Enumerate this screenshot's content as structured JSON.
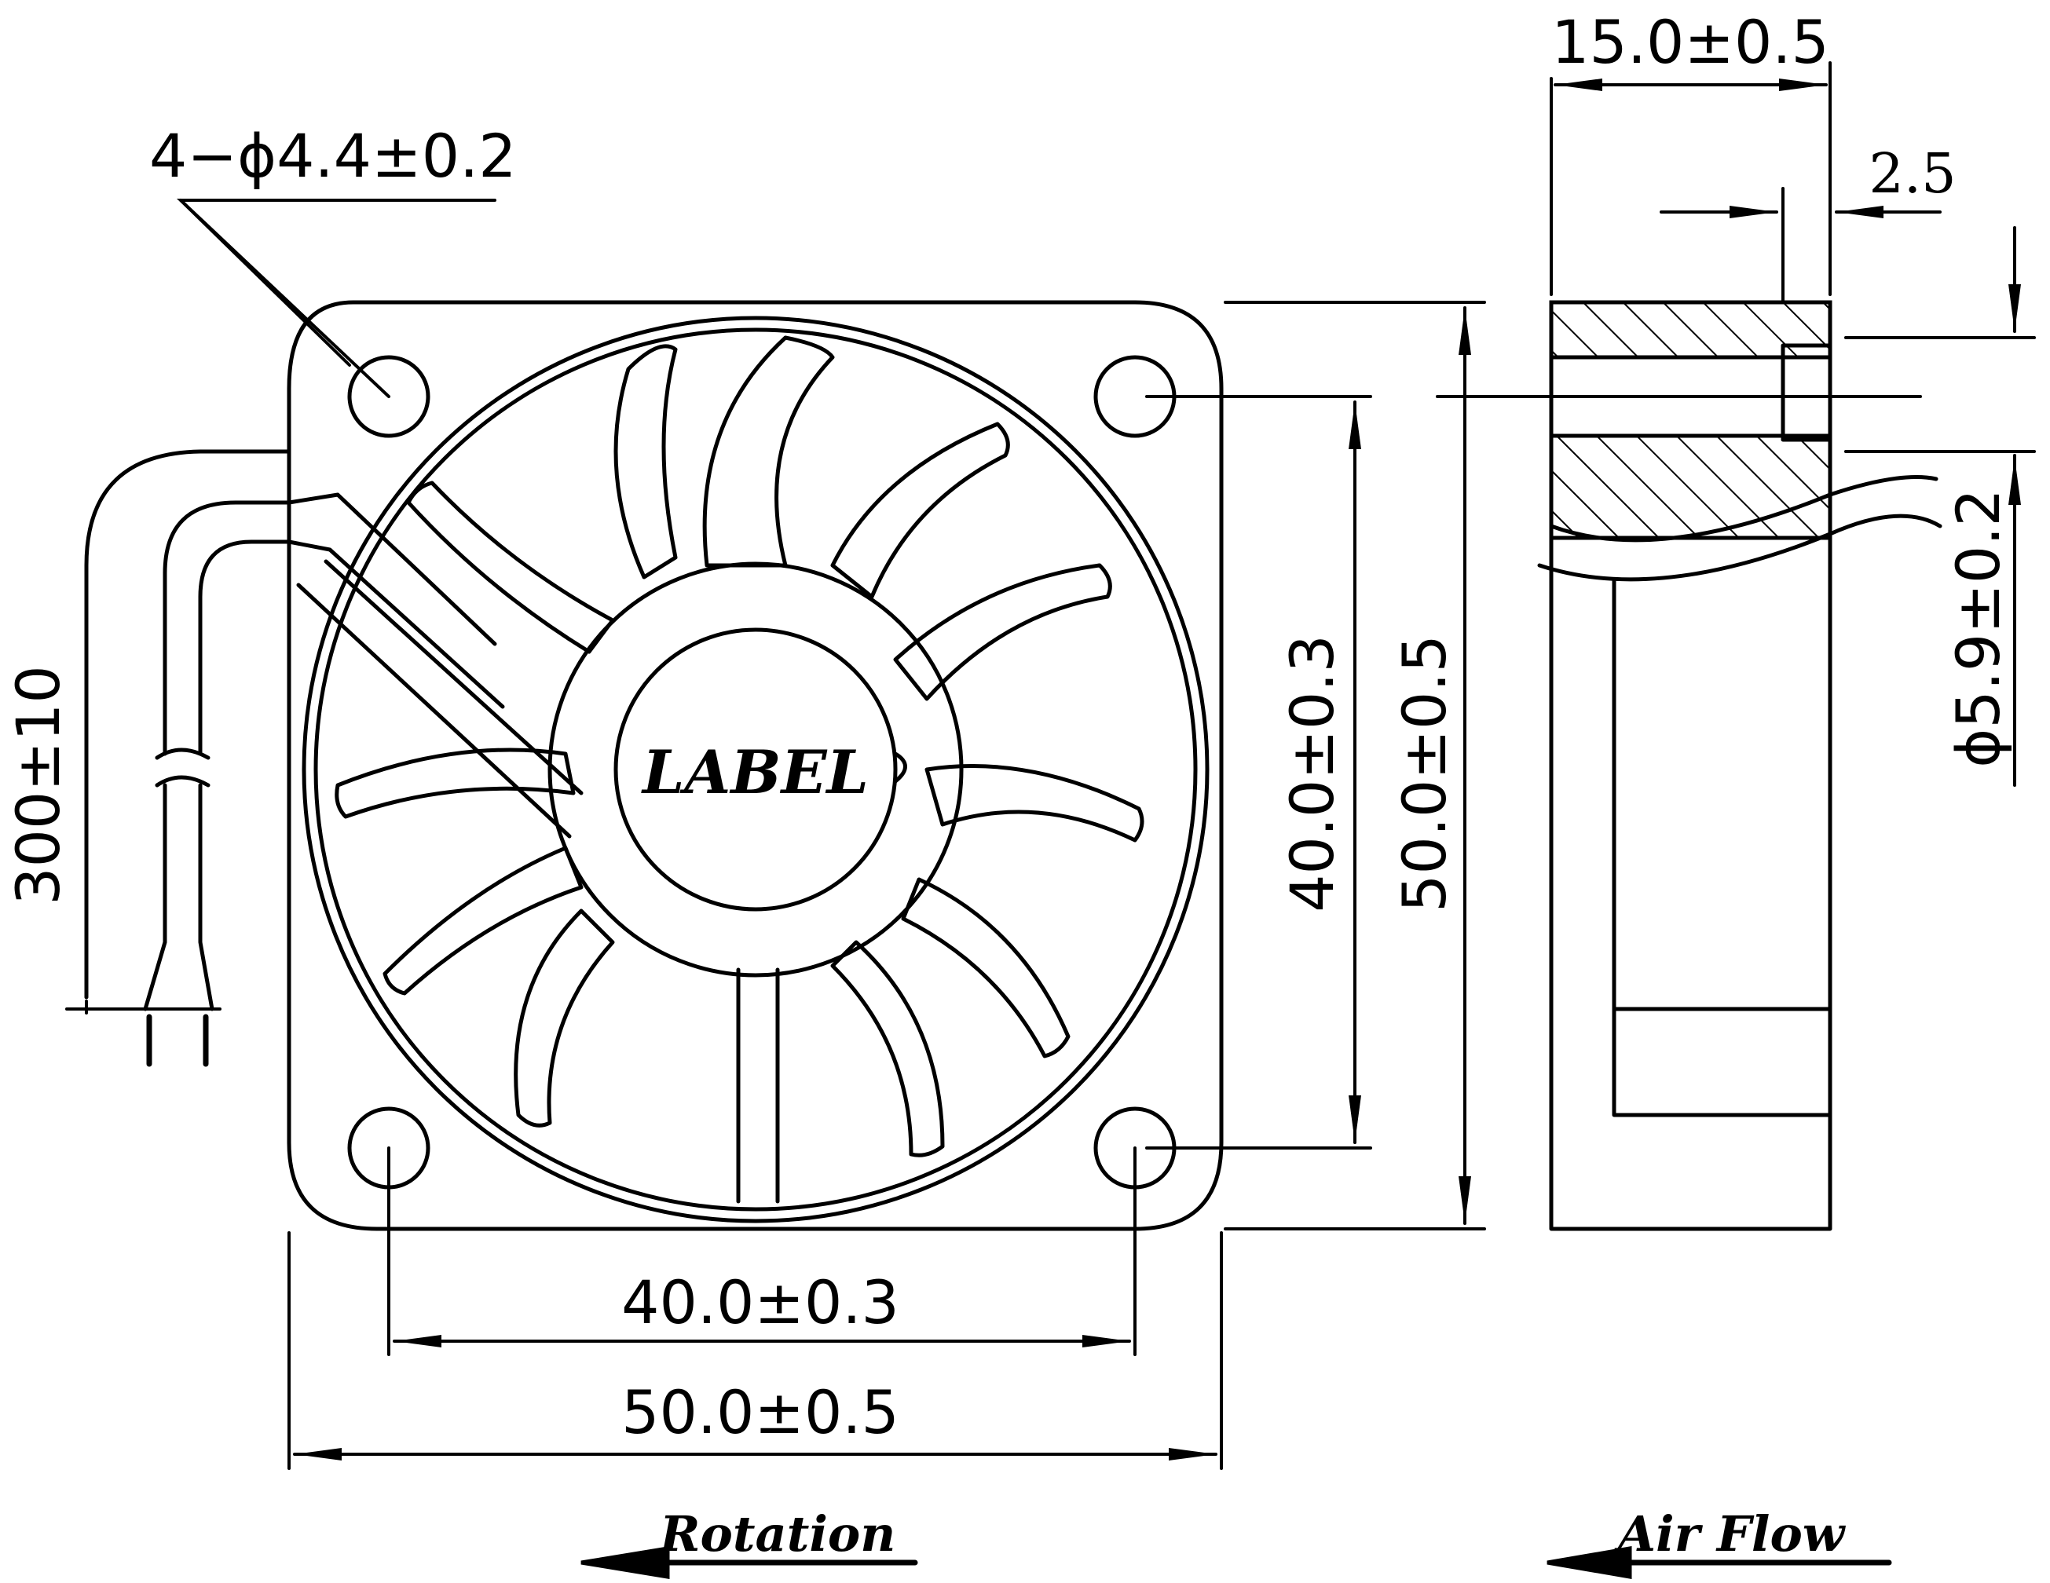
{
  "hub_label": "LABEL",
  "dimensions": {
    "hole_spec": "4−ϕ4.4±0.2",
    "thickness": "15.0±0.5",
    "inset": "2.5",
    "cable_length": "300±10",
    "hole_pitch_vertical": "40.0±0.3",
    "frame_height": "50.0±0.5",
    "cable_diameter": "ϕ5.9±0.2",
    "hole_pitch_horizontal": "40.0±0.3",
    "frame_width": "50.0±0.5"
  },
  "captions": {
    "rotation": "Rotation",
    "air_flow": "Air Flow"
  }
}
